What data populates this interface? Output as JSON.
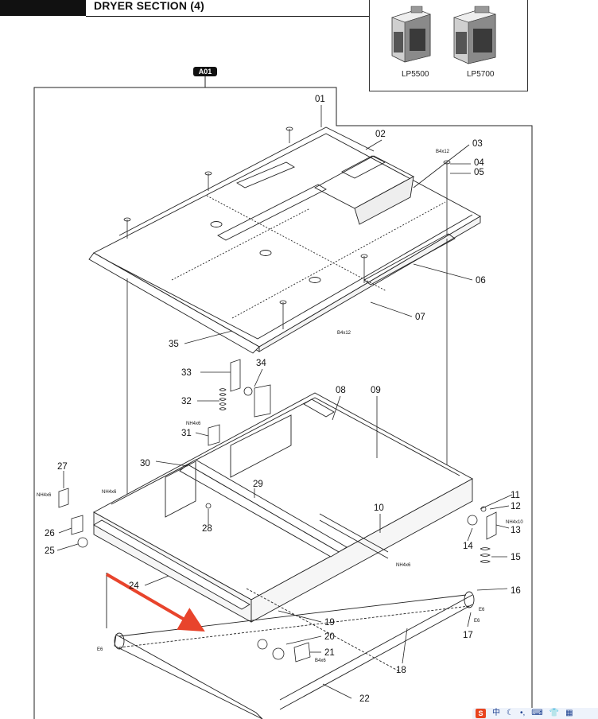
{
  "header": {
    "title": "DRYER SECTION (4)",
    "section_badge": "A01"
  },
  "models": [
    {
      "label": "LP5500"
    },
    {
      "label": "LP5700"
    }
  ],
  "callouts": [
    {
      "id": "01",
      "label": "01"
    },
    {
      "id": "02",
      "label": "02"
    },
    {
      "id": "03",
      "label": "03"
    },
    {
      "id": "04",
      "label": "04"
    },
    {
      "id": "05",
      "label": "05"
    },
    {
      "id": "06",
      "label": "06"
    },
    {
      "id": "07",
      "label": "07"
    },
    {
      "id": "08",
      "label": "08"
    },
    {
      "id": "09",
      "label": "09"
    },
    {
      "id": "10",
      "label": "10"
    },
    {
      "id": "11",
      "label": "11"
    },
    {
      "id": "12",
      "label": "12"
    },
    {
      "id": "13",
      "label": "13"
    },
    {
      "id": "14",
      "label": "14"
    },
    {
      "id": "15",
      "label": "15"
    },
    {
      "id": "16",
      "label": "16"
    },
    {
      "id": "17",
      "label": "17"
    },
    {
      "id": "18",
      "label": "18"
    },
    {
      "id": "19",
      "label": "19"
    },
    {
      "id": "20",
      "label": "20"
    },
    {
      "id": "21",
      "label": "21"
    },
    {
      "id": "22",
      "label": "22"
    },
    {
      "id": "24",
      "label": "24"
    },
    {
      "id": "25",
      "label": "25"
    },
    {
      "id": "26",
      "label": "26"
    },
    {
      "id": "27",
      "label": "27"
    },
    {
      "id": "28",
      "label": "28"
    },
    {
      "id": "29",
      "label": "29"
    },
    {
      "id": "30",
      "label": "30"
    },
    {
      "id": "31",
      "label": "31"
    },
    {
      "id": "32",
      "label": "32"
    },
    {
      "id": "33",
      "label": "33"
    },
    {
      "id": "34",
      "label": "34"
    },
    {
      "id": "35",
      "label": "35"
    }
  ],
  "screw_notes": [
    {
      "label": "B4x12"
    },
    {
      "label": "B4x12"
    },
    {
      "label": "NH4x6"
    },
    {
      "label": "NH4x6"
    },
    {
      "label": "NH4x6"
    },
    {
      "label": "NH4x6"
    },
    {
      "label": "NH4x10"
    },
    {
      "label": "E6"
    },
    {
      "label": "E6"
    },
    {
      "label": "E6"
    },
    {
      "label": "B4x6"
    }
  ],
  "arrow": {
    "color": "#e8442c"
  },
  "taskbar": {
    "icons": [
      "sogou-logo",
      "chinese-input",
      "moon",
      "keyboard",
      "shirt",
      "grid"
    ],
    "input_char": "中"
  }
}
